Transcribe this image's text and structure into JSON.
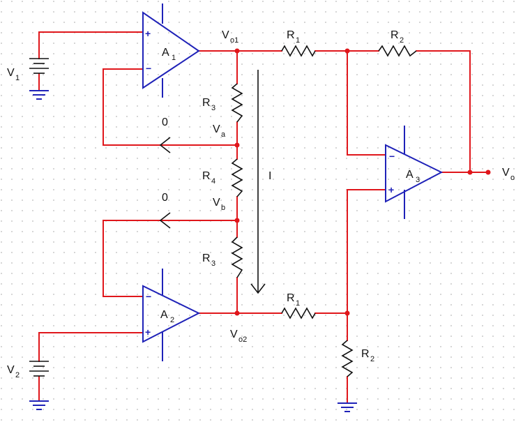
{
  "labels": {
    "v1": {
      "main": "V",
      "sub": "1"
    },
    "v2": {
      "main": "V",
      "sub": "2"
    },
    "a1": {
      "main": "A",
      "sub": "1"
    },
    "a2": {
      "main": "A",
      "sub": "2"
    },
    "a3": {
      "main": "A",
      "sub": "3"
    },
    "vo1": {
      "main": "V",
      "sub": "o1"
    },
    "vo2": {
      "main": "V",
      "sub": "o2"
    },
    "va": {
      "main": "V",
      "sub": "a"
    },
    "vb": {
      "main": "V",
      "sub": "b"
    },
    "vo": {
      "main": "V",
      "sub": "o"
    },
    "r1_top": {
      "main": "R",
      "sub": "1"
    },
    "r2_top": {
      "main": "R",
      "sub": "2"
    },
    "r1_bot": {
      "main": "R",
      "sub": "1"
    },
    "r2_bot": {
      "main": "R",
      "sub": "2"
    },
    "r3_top": {
      "main": "R",
      "sub": "3"
    },
    "r4": {
      "main": "R",
      "sub": "4"
    },
    "r3_bot": {
      "main": "R",
      "sub": "3"
    },
    "zero_top": "0",
    "zero_bot": "0",
    "current": "I",
    "plus": "+",
    "minus": "−"
  }
}
